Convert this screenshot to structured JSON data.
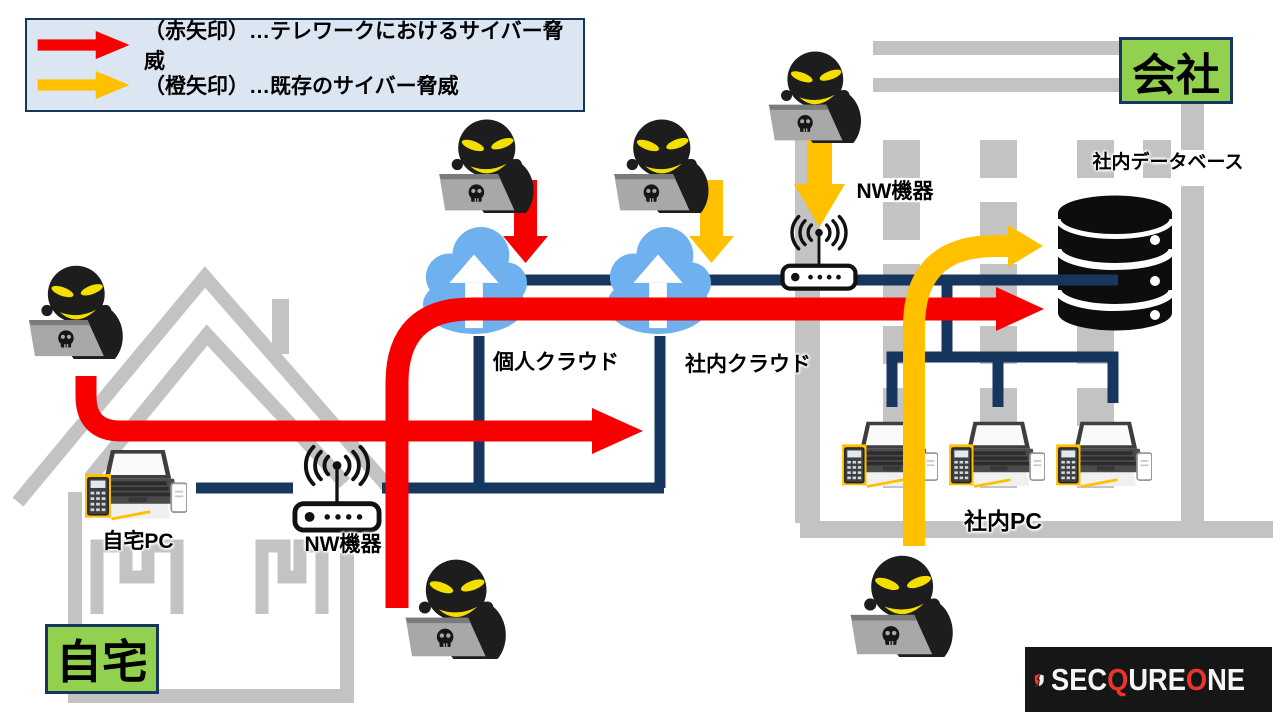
{
  "legend": {
    "items": [
      {
        "label": "（赤矢印）…テレワークにおけるサイバー脅威",
        "color": "#f80000"
      },
      {
        "label": "（橙矢印）…既存のサイバー脅威",
        "color": "#ffc000"
      }
    ]
  },
  "locations": {
    "home": "自宅",
    "company": "会社"
  },
  "nodes": {
    "home_pc": "自宅PC",
    "home_router": "NW機器",
    "company_router": "NW機器",
    "personal_cloud": "個人クラウド",
    "company_cloud": "社内クラウド",
    "company_db": "社内データベース",
    "company_pc": "社内PC"
  },
  "colors": {
    "red_threat": "#f80000",
    "orange_threat": "#ffc000",
    "line_navy": "#17365d",
    "cloud_blue": "#6fb1ee",
    "area_green": "#92d050",
    "structure_gray": "#c3c3c3",
    "legend_bg": "#dce6f2",
    "logo_bg": "#161616",
    "logo_red": "#e8352d"
  },
  "logo": {
    "segments": [
      {
        "text": "SEC",
        "color": "#f5f5f5"
      },
      {
        "text": "Q",
        "color": "#e8352d"
      },
      {
        "text": "URE",
        "color": "#f5f5f5"
      },
      {
        "text": "O",
        "color": "#e8352d"
      },
      {
        "text": "NE",
        "color": "#f5f5f5"
      }
    ]
  }
}
